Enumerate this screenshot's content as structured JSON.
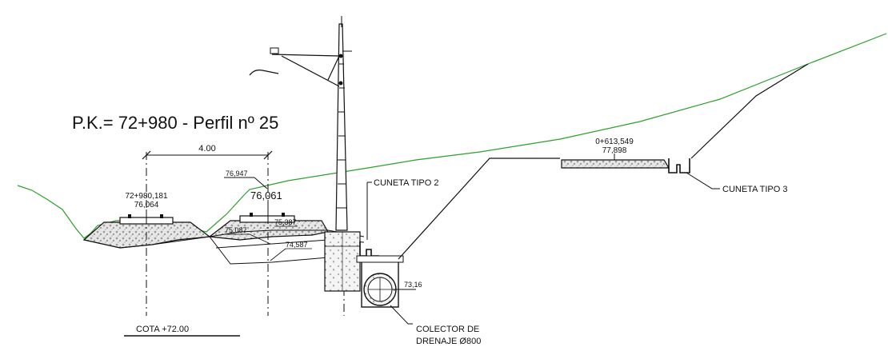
{
  "title": "P.K.= 72+980 - Perfil nº 25",
  "dimension_width": "4.00",
  "track_left": {
    "pk": "72+980,181",
    "level": "76,064"
  },
  "track_right": {
    "level_top": "76,947",
    "level_main": "76,061"
  },
  "levels": {
    "l1": "75,387",
    "l2": "75,087",
    "l3": "74,587"
  },
  "road": {
    "pk": "0+613,549",
    "level": "77,898"
  },
  "cuneta_2": "CUNETA TIPO 2",
  "cuneta_3": "CUNETA TIPO 3",
  "collector_level": "73,16",
  "collector_line1": "COLECTOR DE",
  "collector_line2": "DRENAJE Ø800",
  "cota": "COTA +72.00",
  "colors": {
    "terrain": "#2ca02c",
    "lines": "#111111",
    "fill": "#cfcfcf"
  }
}
